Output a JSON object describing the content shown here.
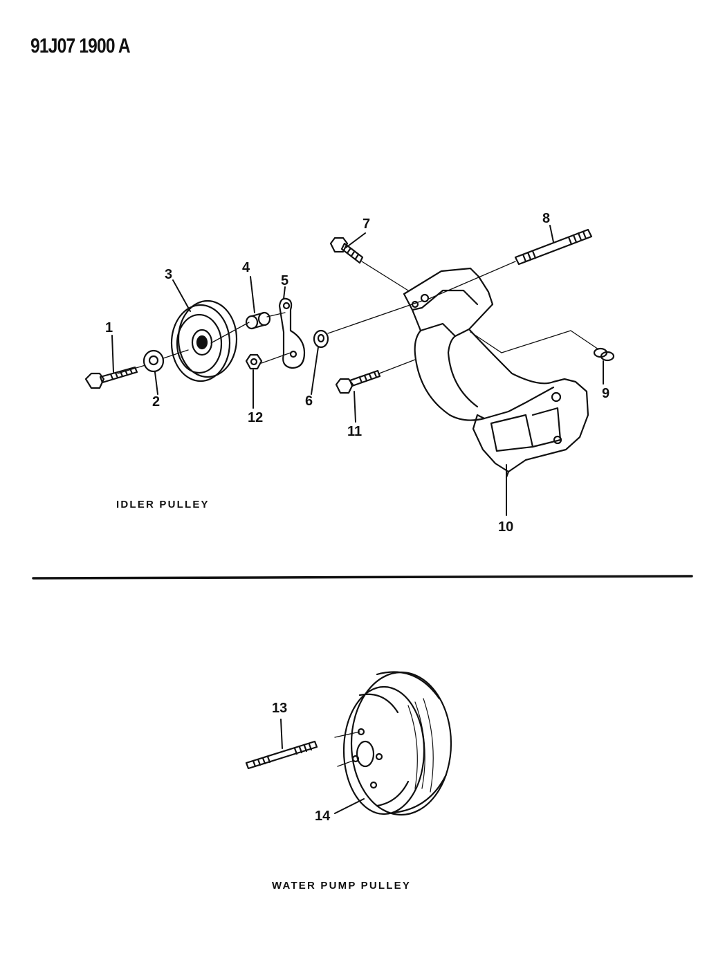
{
  "document_code": "91J07 1900 A",
  "sections": {
    "idler": {
      "label": "IDLER PULLEY"
    },
    "water_pump": {
      "label": "WATER PUMP PULLEY"
    }
  },
  "callouts": [
    "1",
    "2",
    "3",
    "4",
    "5",
    "6",
    "7",
    "8",
    "9",
    "10",
    "11",
    "12",
    "13",
    "14"
  ]
}
